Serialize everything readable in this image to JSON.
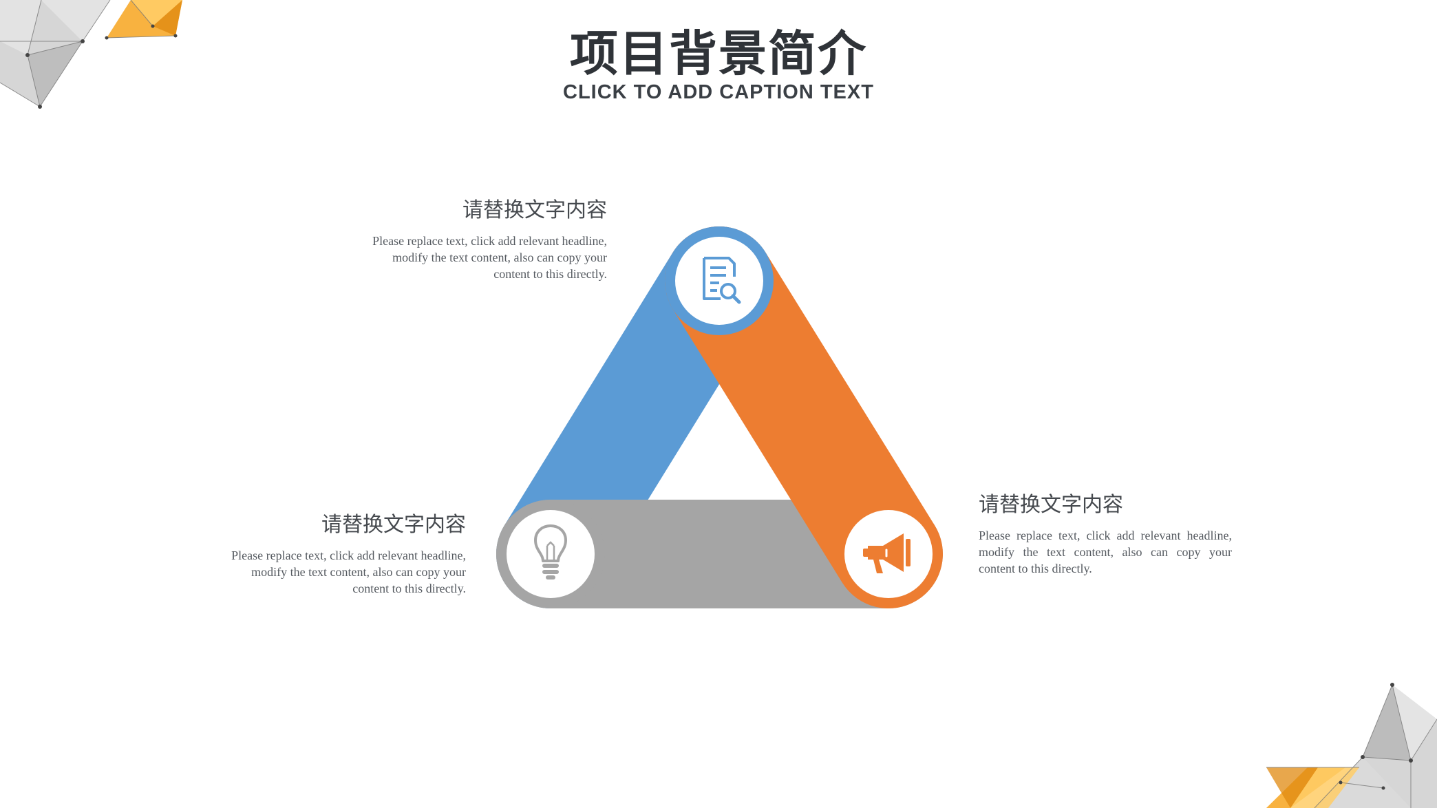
{
  "header": {
    "title": "项目背景简介",
    "caption": "CLICK TO ADD CAPTION TEXT"
  },
  "colors": {
    "blue": "#5B9BD5",
    "orange": "#ED7D31",
    "gray": "#A5A5A5",
    "title": "#2F3338",
    "text": "#555A60",
    "accent_orange": "#F7A51E"
  },
  "nodes": [
    {
      "icon": "document-search-icon",
      "color": "#5B9BD5",
      "heading": "请替换文字内容",
      "body": "Please replace text, click add relevant headline, modify the text content, also can copy your content to this directly."
    },
    {
      "icon": "lightbulb-icon",
      "color": "#A5A5A5",
      "heading": "请替换文字内容",
      "body": "Please replace text, click add relevant headline, modify the text content, also can copy your content to this directly."
    },
    {
      "icon": "megaphone-icon",
      "color": "#ED7D31",
      "heading": "请替换文字内容",
      "body": "Please replace text, click add relevant headline, modify the text content, also can copy your content to this directly."
    }
  ]
}
